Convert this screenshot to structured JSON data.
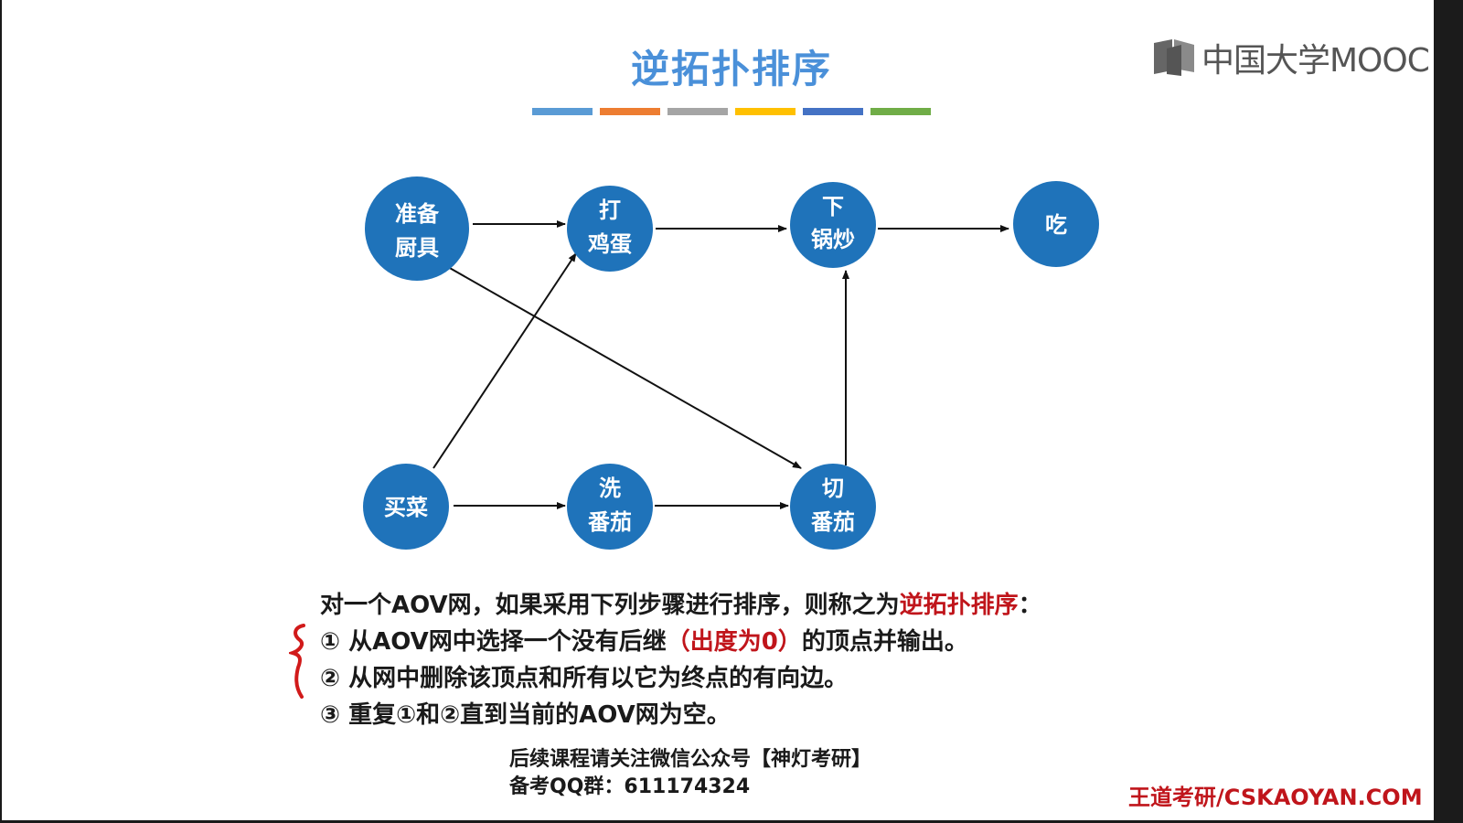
{
  "title": "逆拓扑排序",
  "color_bar": [
    "#5a9bd5",
    "#ed7d31",
    "#a5a5a5",
    "#ffc000",
    "#4472c4",
    "#70ad47"
  ],
  "logo": {
    "text": "中国大学MOOC"
  },
  "nodes": {
    "prep": [
      "准备",
      "厨具"
    ],
    "egg": [
      "打",
      "鸡蛋"
    ],
    "fry": [
      "下",
      "锅炒"
    ],
    "eat": [
      "吃"
    ],
    "buy": [
      "买菜"
    ],
    "wash": [
      "洗",
      "番茄"
    ],
    "cut": [
      "切",
      "番茄"
    ]
  },
  "edges": [
    [
      "准备厨具",
      "打鸡蛋"
    ],
    [
      "准备厨具",
      "切番茄"
    ],
    [
      "打鸡蛋",
      "下锅炒"
    ],
    [
      "下锅炒",
      "吃"
    ],
    [
      "买菜",
      "打鸡蛋"
    ],
    [
      "买菜",
      "洗番茄"
    ],
    [
      "洗番茄",
      "切番茄"
    ],
    [
      "切番茄",
      "下锅炒"
    ]
  ],
  "description": {
    "intro_prefix": "对一个AOV网，如果采用下列步骤进行排序，则称之为",
    "intro_highlight": "逆拓扑排序",
    "intro_suffix": "：",
    "step1_prefix": "① 从AOV网中选择一个没有后继",
    "step1_highlight": "（出度为0）",
    "step1_suffix": "的顶点并输出。",
    "step2": "② 从网中删除该顶点和所有以它为终点的有向边。",
    "step3": "③ 重复①和②直到当前的AOV网为空。"
  },
  "footer": {
    "line1": "后续课程请关注微信公众号【神灯考研】",
    "line2": "备考QQ群：611174324"
  },
  "watermark": "王道考研/CSKAOYAN.COM"
}
